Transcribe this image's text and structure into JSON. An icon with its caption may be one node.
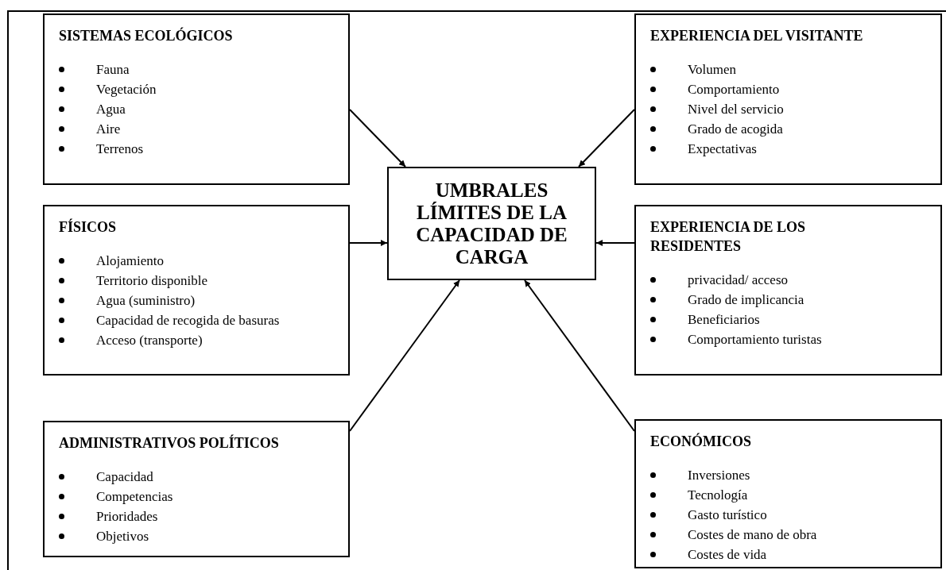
{
  "diagram": {
    "nodes": [
      {
        "text": [
          "SISTEMAS ECOLÓGICOS",
          "Fauna",
          "Vegetación",
          "Agua",
          "Aire",
          "Terrenos"
        ]
      },
      {
        "text": [
          "EXPERIENCIA DEL VISITANTE",
          "Volumen",
          "Comportamiento",
          "Nivel del servicio",
          "Grado de acogida",
          "Expectativas"
        ]
      },
      {
        "text": [
          "UMBRALES LÍMITES DE LA CAPACIDAD DE CARGA"
        ]
      },
      {
        "text": [
          "FÍSICOS",
          "Alojamiento",
          "Territorio disponible",
          "Agua (suministro)",
          "Capacidad de recogida de basuras",
          "Acceso (transporte)"
        ]
      },
      {
        "text": [
          "EXPERIENCIA DE LOS RESIDENTES",
          "privacidad/ acceso",
          "Grado de implicancia",
          "Beneficiarios",
          "Comportamiento turistas"
        ]
      },
      {
        "text": [
          "ADMINISTRATIVOS POLÍTICOS",
          "Capacidad",
          "Competencias",
          "Prioridades",
          "Objetivos"
        ]
      },
      {
        "text": [
          "ECONÓMICOS",
          "Inversiones",
          "Tecnología",
          "Gasto turístico",
          "Costes de mano de obra",
          "Costes de vida"
        ]
      }
    ],
    "edges": [
      {
        "from": 0,
        "to": 2,
        "arrow": "to"
      },
      {
        "from": 1,
        "to": 2,
        "arrow": "to"
      },
      {
        "from": 3,
        "to": 2,
        "arrow": "to"
      },
      {
        "from": 4,
        "to": 2,
        "arrow": "to"
      },
      {
        "from": 5,
        "to": 2,
        "arrow": "to"
      },
      {
        "from": 6,
        "to": 2,
        "arrow": "to"
      }
    ]
  }
}
